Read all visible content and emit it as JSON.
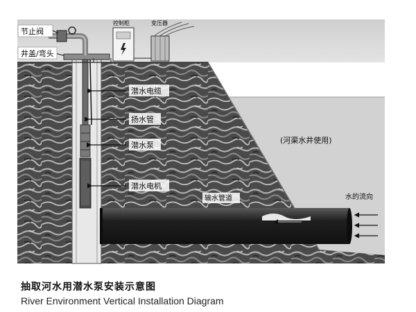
{
  "labels": {
    "check_valve": "节止阀",
    "well_cover": "井盖/弯头",
    "control_cabinet": "控制柜",
    "transformer": "变压器",
    "cable": "潜水电缆",
    "riser_pipe": "扬水管",
    "pump": "潜水泵",
    "motor": "潜水电机",
    "inlet_pipe": "输水管道",
    "usage_note": "(河渠水井使用)",
    "flow_direction": "水的流向"
  },
  "caption": {
    "title_cn": "抽取河水用潜水泵安装示意图",
    "title_en": "River Environment Vertical Installation Diagram"
  },
  "colors": {
    "sky": "#d9d9d9",
    "water": "#cfcfcf",
    "soil_dark": "#3f3f3f",
    "soil_light": "#9a9a9a",
    "pipe": "#2b2b2b",
    "well": "#e4e4e4"
  }
}
